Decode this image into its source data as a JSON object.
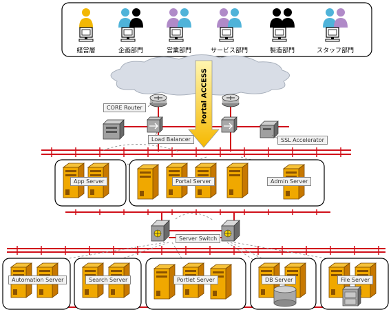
{
  "departments": [
    {
      "label": "経営層",
      "colors": [
        "#f2b705"
      ]
    },
    {
      "label": "企画部門",
      "colors": [
        "#4fb3d9",
        "#000000"
      ]
    },
    {
      "label": "営業部門",
      "colors": [
        "#b08ac8",
        "#4fb3d9"
      ]
    },
    {
      "label": "サービス部門",
      "colors": [
        "#b08ac8",
        "#4fb3d9"
      ]
    },
    {
      "label": "製造部門",
      "colors": [
        "#000000",
        "#000000"
      ]
    },
    {
      "label": "スタッフ部門",
      "colors": [
        "#4fb3d9",
        "#b08ac8"
      ]
    }
  ],
  "portal_access": "Portal ACCESS",
  "core_router": "CORE Router",
  "load_balancer": "Load Balancer",
  "ssl_accelerator": "SSL Accelerator",
  "server_switch": "Server Switch",
  "server_groups": {
    "app": "App Server",
    "portal": "Portal Server",
    "admin": "Admin Server",
    "automation": "Automation Server",
    "search": "Search Server",
    "portlet": "Portlet Server",
    "db": "DB Server",
    "file": "File Server"
  },
  "colors": {
    "network_line": "#d0101a",
    "server_body": "#f0a800",
    "server_side": "#c77800",
    "arrow": "#f5c400",
    "cloud": "#d8dde6"
  }
}
